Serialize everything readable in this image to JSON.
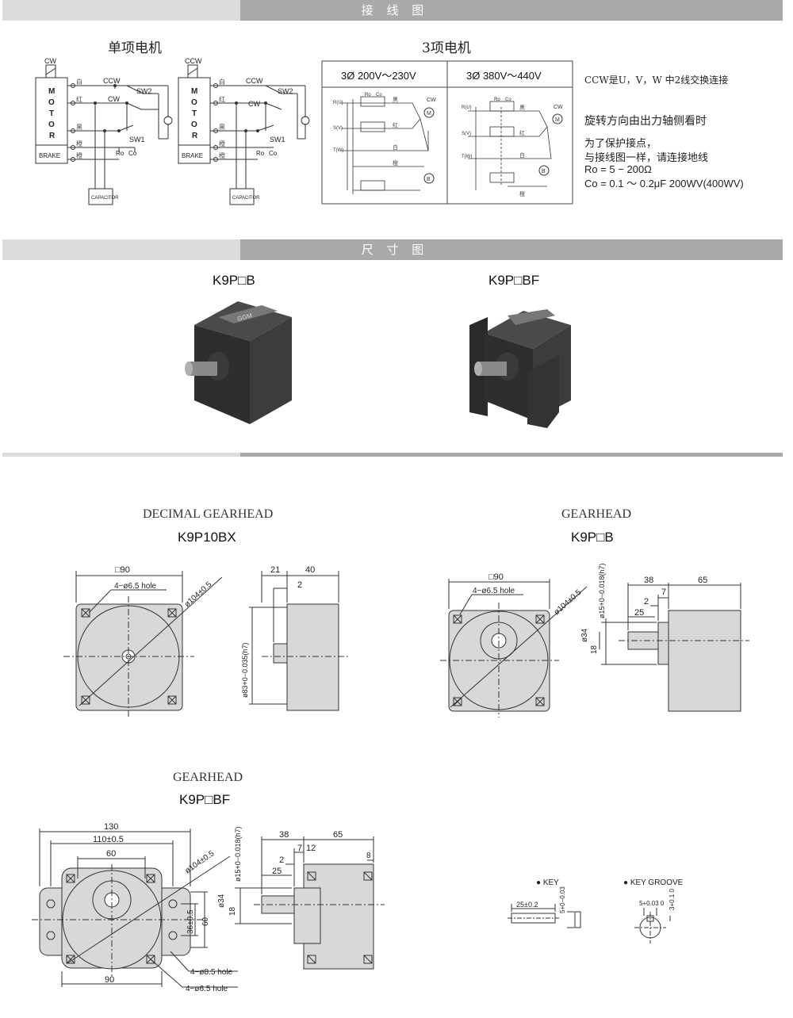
{
  "sections": {
    "wiring": "接 线 图",
    "dimension": "尺 寸 图"
  },
  "wiring": {
    "single_phase_title": "单项电机",
    "three_phase_title": "3项电机",
    "motor_letters": [
      "M",
      "O",
      "T",
      "O",
      "R"
    ],
    "brake": "BRAKE",
    "capacitor": "CAPACITOR",
    "cw": "CW",
    "ccw": "CCW",
    "sw1": "SW1",
    "sw2": "SW2",
    "ro": "Ro",
    "co": "Co",
    "wire_colors": [
      "白",
      "红",
      "黑",
      "橙",
      "橙"
    ],
    "table_head_left": "3Ø  200V～230V",
    "table_head_right": "3Ø  380V～440V",
    "phase_labels": [
      "R(U)",
      "S(V)",
      "T(W)"
    ],
    "three_phase_colors": [
      "黑",
      "红",
      "白",
      "橙"
    ],
    "m_symbol": "M",
    "b_symbol": "B",
    "notes": {
      "line1": "CCW是U，V，W   中2线交换连接",
      "line2": "旋转方向由出力轴侧看时",
      "line3": "为了保护接点，",
      "line4": "与接线图一样，请连接地线",
      "line5": "Ro = 5 − 200Ω",
      "line6": "Co = 0.1 ～ 0.2μF  200WV(400WV)"
    }
  },
  "photos": {
    "left_model": "K9P□B",
    "right_model": "K9P□BF",
    "label_text": "GGM"
  },
  "drawings": {
    "decimal": {
      "heading": "DECIMAL GEARHEAD",
      "model": "K9P10BX",
      "dims": {
        "square": "□90",
        "holes": "4−ø6.5 hole",
        "pcd": "ø104±0.5",
        "d21": "21",
        "d40": "40",
        "d2": "2",
        "pilot": "ø83+0−0.035(h7)"
      }
    },
    "gearhead_b": {
      "heading": "GEARHEAD",
      "model": "K9P□B",
      "dims": {
        "square": "□90",
        "holes": "4−ø6.5 hole",
        "pcd": "ø104±0.5",
        "shaft": "ø15+0−0.018(h7)",
        "d38": "38",
        "d65": "65",
        "d7": "7",
        "d2": "2",
        "d25": "25",
        "d34": "ø34",
        "d18": "18"
      }
    },
    "gearhead_bf": {
      "heading": "GEARHEAD",
      "model": "K9P□BF",
      "dims": {
        "d130": "130",
        "d110": "110±0.5",
        "d60": "60",
        "pcd": "ø104±0.5",
        "shaft": "ø15+0−0.018(h7)",
        "d38": "38",
        "d65": "65",
        "d7": "7",
        "d12": "12",
        "d2": "2",
        "d25": "25",
        "d8": "8",
        "d34": "ø34",
        "d18": "18",
        "d36": "36±0.5",
        "d60v": "60",
        "d90": "90",
        "holes_a": "4−ø8.5 hole",
        "holes_b": "4−ø6.5 hole"
      }
    },
    "key": {
      "key_label": "● KEY",
      "groove_label": "● KEY GROOVE",
      "key_len": "25±0.2",
      "key_w": "5+0−0.03",
      "groove_w": "5+0.03 0",
      "groove_d": "3+0.1 0"
    }
  }
}
